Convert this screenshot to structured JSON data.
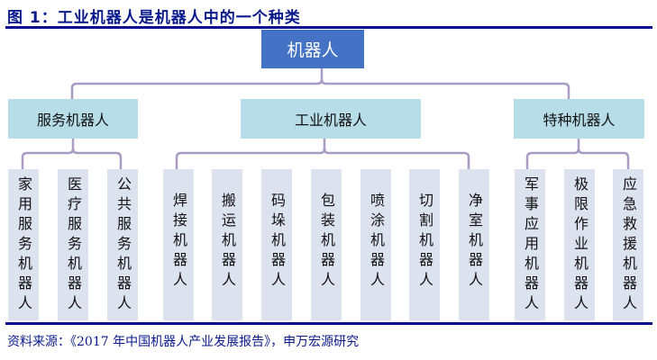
{
  "title": "图 1：工业机器人是机器人中的一个种类",
  "root": "机器人",
  "categories": [
    {
      "label": "服务机器人",
      "children": [
        "家用服务机器人",
        "医疗服务机器人",
        "公共服务机器人"
      ]
    },
    {
      "label": "工业机器人",
      "children": [
        "焊接机器人",
        "搬运机器人",
        "码垛机器人",
        "包装机器人",
        "喷涂机器人",
        "切割机器人",
        "净室机器人"
      ]
    },
    {
      "label": "特种机器人",
      "children": [
        "军事应用机器人",
        "极限作业机器人",
        "应急救援机器人"
      ]
    }
  ],
  "source": "资料来源：《2017 年中国机器人产业发展报告》，申万宏源研究",
  "colors": {
    "rule": "#0b0b8f",
    "root": "#4472c4",
    "category": "#b7dde8",
    "leaf": "#dce3ef",
    "connector": "#a99bc4"
  }
}
